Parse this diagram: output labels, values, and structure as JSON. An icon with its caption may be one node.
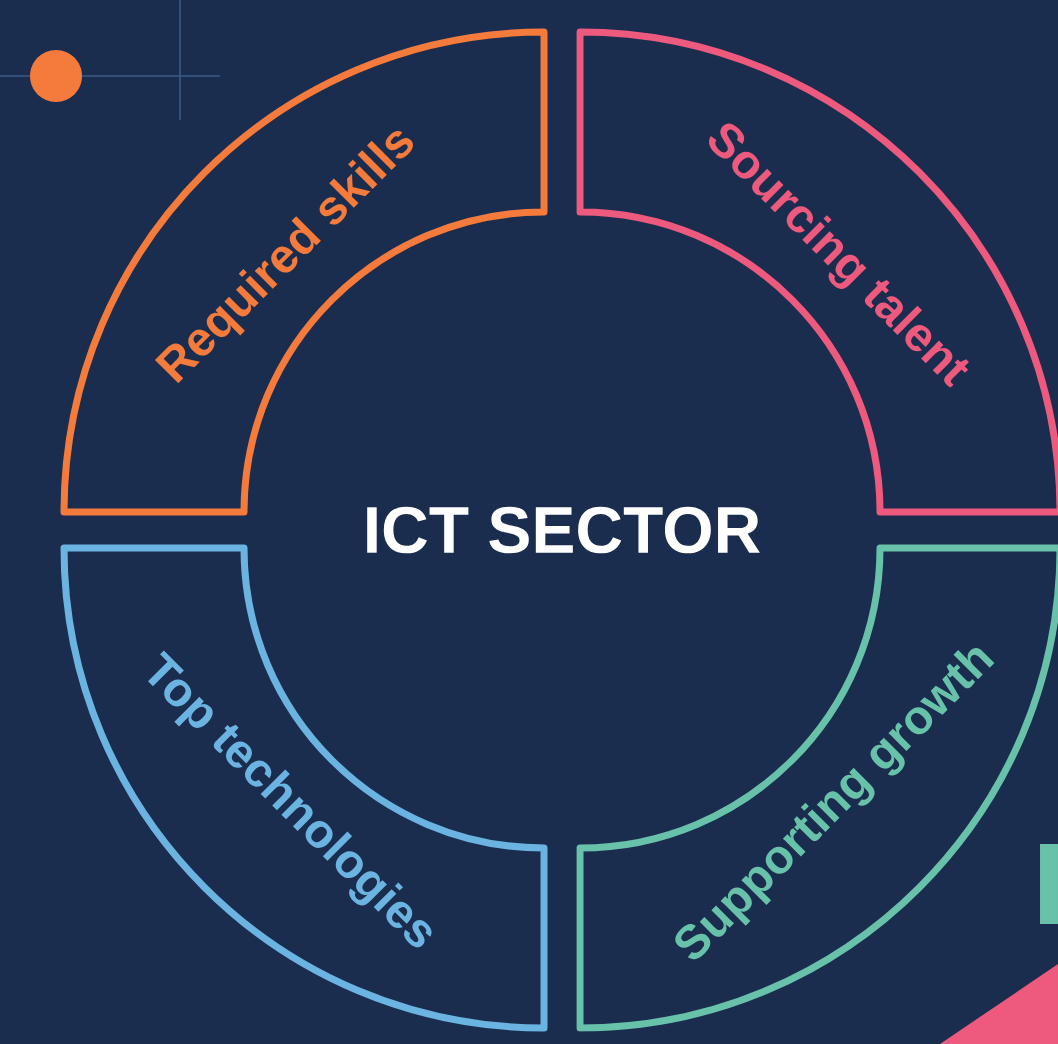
{
  "diagram": {
    "nodes": [
      {
        "text": [
          "Required skills"
        ]
      },
      {
        "text": [
          "Sourcing talent"
        ]
      },
      {
        "text": [
          "ICT SECTOR"
        ]
      },
      {
        "text": [
          "Top technologies"
        ]
      },
      {
        "text": [
          "Supporting growth"
        ]
      }
    ]
  }
}
